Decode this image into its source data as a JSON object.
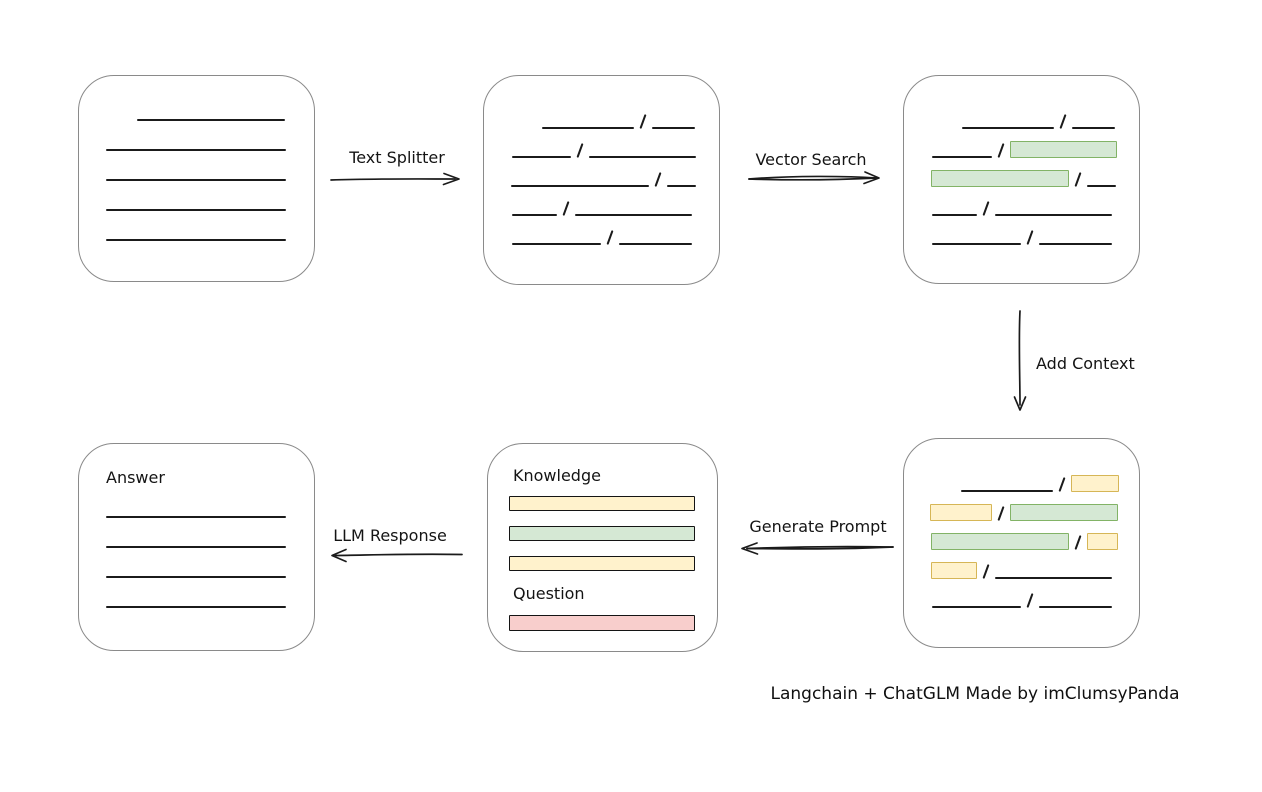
{
  "diagram": {
    "caption": "Langchain + ChatGLM Made by imClumsyPanda"
  },
  "colors": {
    "box_border": "#8a8a8a",
    "line": "#1b1b1b",
    "green_fill": "#d5e8d4",
    "green_border": "#82b366",
    "yellow_fill": "#fff2cc",
    "yellow_border": "#d6b656",
    "red_fill": "#f8cecc",
    "red_border": "#b85450"
  },
  "arrows": {
    "text_splitter": "Text Splitter",
    "vector_search": "Vector Search",
    "add_context": "Add Context",
    "generate_prompt": "Generate Prompt",
    "llm_response": "LLM Response"
  },
  "boxes": {
    "document": {
      "rows": [
        {
          "indent": 58,
          "segs": [
            {
              "t": "line",
              "w": 148
            }
          ]
        },
        {
          "indent": 27,
          "segs": [
            {
              "t": "line",
              "w": 180
            }
          ]
        },
        {
          "indent": 27,
          "segs": [
            {
              "t": "line",
              "w": 180
            }
          ]
        },
        {
          "indent": 27,
          "segs": [
            {
              "t": "line",
              "w": 180
            }
          ]
        },
        {
          "indent": 27,
          "segs": [
            {
              "t": "line",
              "w": 180
            }
          ]
        }
      ]
    },
    "split_text": {
      "rows": [
        {
          "indent": 58,
          "segs": [
            {
              "t": "line",
              "w": 92
            },
            {
              "t": "slash"
            },
            {
              "t": "line",
              "w": 43
            }
          ]
        },
        {
          "indent": 28,
          "segs": [
            {
              "t": "line",
              "w": 59
            },
            {
              "t": "slash"
            },
            {
              "t": "line",
              "w": 107
            }
          ]
        },
        {
          "indent": 27,
          "segs": [
            {
              "t": "line",
              "w": 138
            },
            {
              "t": "slash"
            },
            {
              "t": "line",
              "w": 29
            }
          ]
        },
        {
          "indent": 28,
          "segs": [
            {
              "t": "line",
              "w": 45
            },
            {
              "t": "slash"
            },
            {
              "t": "line",
              "w": 117
            }
          ]
        },
        {
          "indent": 28,
          "segs": [
            {
              "t": "line",
              "w": 89
            },
            {
              "t": "slash"
            },
            {
              "t": "line",
              "w": 73
            }
          ]
        }
      ]
    },
    "vector_matches": {
      "rows": [
        {
          "indent": 58,
          "segs": [
            {
              "t": "line",
              "w": 92
            },
            {
              "t": "slash"
            },
            {
              "t": "line",
              "w": 43
            }
          ]
        },
        {
          "indent": 28,
          "segs": [
            {
              "t": "line",
              "w": 60
            },
            {
              "t": "slash"
            },
            {
              "t": "chunk",
              "c": "green",
              "w": 107
            }
          ]
        },
        {
          "indent": 27,
          "segs": [
            {
              "t": "chunk",
              "c": "green",
              "w": 138
            },
            {
              "t": "slash"
            },
            {
              "t": "line",
              "w": 29
            }
          ]
        },
        {
          "indent": 28,
          "segs": [
            {
              "t": "line",
              "w": 45
            },
            {
              "t": "slash"
            },
            {
              "t": "line",
              "w": 117
            }
          ]
        },
        {
          "indent": 28,
          "segs": [
            {
              "t": "line",
              "w": 89
            },
            {
              "t": "slash"
            },
            {
              "t": "line",
              "w": 73
            }
          ]
        }
      ]
    },
    "context": {
      "rows": [
        {
          "indent": 57,
          "segs": [
            {
              "t": "line",
              "w": 92
            },
            {
              "t": "slash"
            },
            {
              "t": "chunk",
              "c": "yellow",
              "w": 48
            }
          ]
        },
        {
          "indent": 26,
          "segs": [
            {
              "t": "chunk",
              "c": "yellow",
              "w": 62
            },
            {
              "t": "slash"
            },
            {
              "t": "chunk",
              "c": "green",
              "w": 108
            }
          ]
        },
        {
          "indent": 27,
          "segs": [
            {
              "t": "chunk",
              "c": "green",
              "w": 138
            },
            {
              "t": "slash"
            },
            {
              "t": "chunk",
              "c": "yellow",
              "w": 31
            }
          ]
        },
        {
          "indent": 27,
          "segs": [
            {
              "t": "chunk",
              "c": "yellow",
              "w": 46
            },
            {
              "t": "slash"
            },
            {
              "t": "line",
              "w": 117
            }
          ]
        },
        {
          "indent": 28,
          "segs": [
            {
              "t": "line",
              "w": 89
            },
            {
              "t": "slash"
            },
            {
              "t": "line",
              "w": 73
            }
          ]
        }
      ]
    },
    "prompt": {
      "knowledge_label": "Knowledge",
      "question_label": "Question",
      "knowledge_bars": [
        "yellow",
        "green",
        "yellow"
      ],
      "question_bars": [
        "red"
      ]
    },
    "answer": {
      "label": "Answer",
      "rows": [
        {
          "indent": 27,
          "segs": [
            {
              "t": "line",
              "w": 180
            }
          ]
        },
        {
          "indent": 27,
          "segs": [
            {
              "t": "line",
              "w": 180
            }
          ]
        },
        {
          "indent": 27,
          "segs": [
            {
              "t": "line",
              "w": 180
            }
          ]
        },
        {
          "indent": 27,
          "segs": [
            {
              "t": "line",
              "w": 180
            }
          ]
        }
      ]
    }
  }
}
